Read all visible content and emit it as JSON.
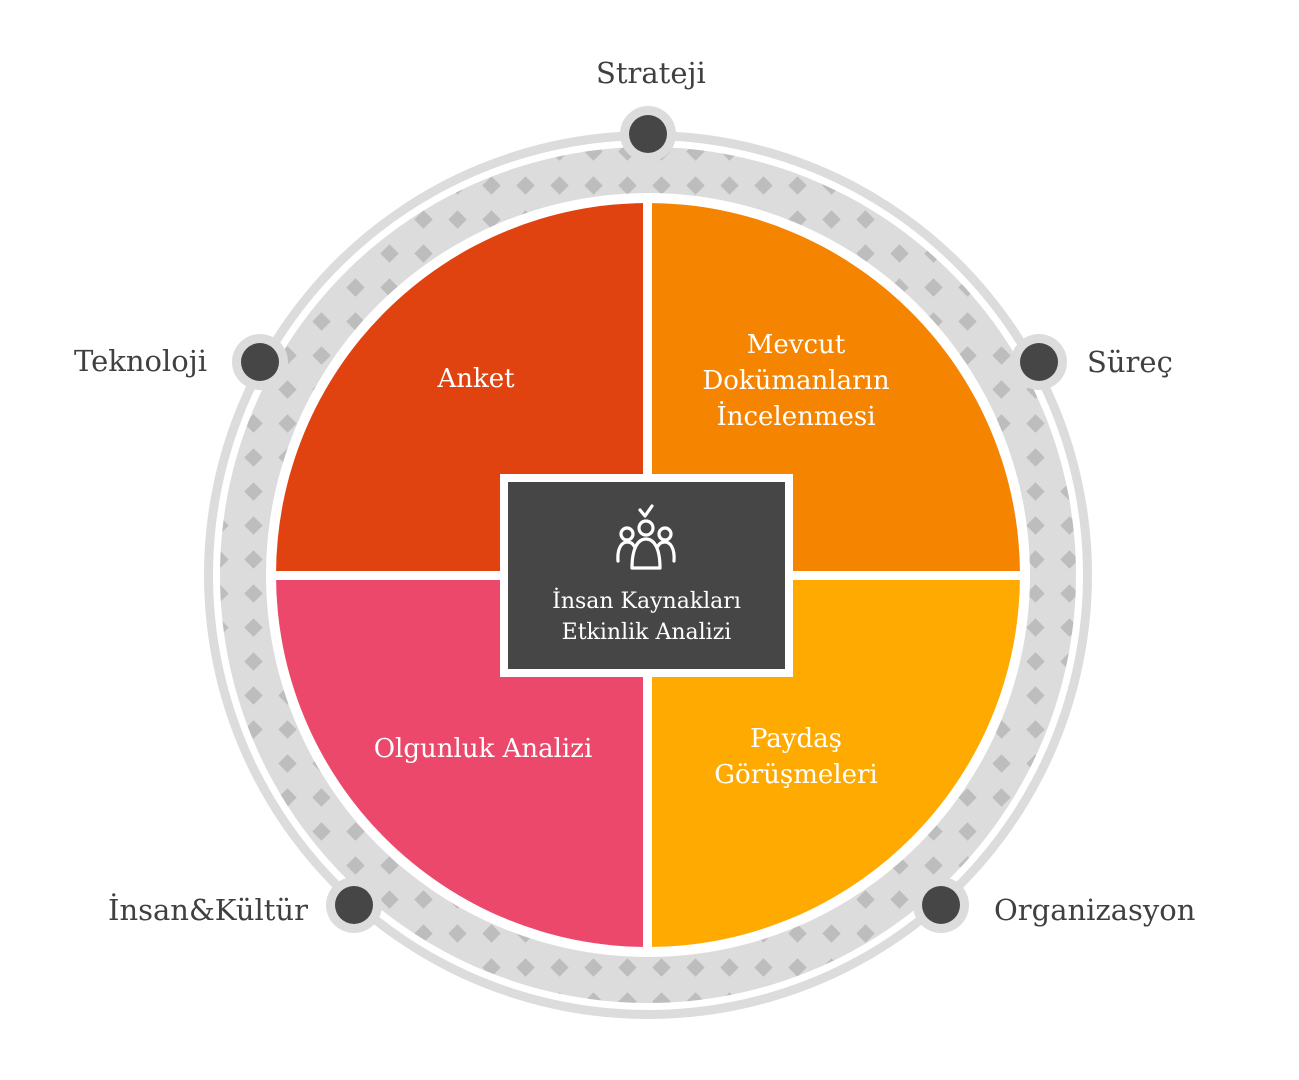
{
  "center": {
    "title": "İnsan Kaynakları\nEtkinlik Analizi",
    "icon": "people-group-check-icon",
    "color": "#464646"
  },
  "quadrants": [
    {
      "id": "top-left",
      "label": "Anket",
      "color": "#E0430F"
    },
    {
      "id": "top-right",
      "label": "Mevcut\nDokümanların\nİncelenmesi",
      "color": "#F58400"
    },
    {
      "id": "bottom-left",
      "label": "Olgunluk Analizi",
      "color": "#EC486B"
    },
    {
      "id": "bottom-right",
      "label": "Paydaş\nGörüşmeleri",
      "color": "#FFAA00"
    }
  ],
  "ring_nodes": [
    {
      "id": "strateji",
      "label": "Strateji"
    },
    {
      "id": "surec",
      "label": "Süreç"
    },
    {
      "id": "organizasyon",
      "label": "Organizasyon"
    },
    {
      "id": "insan-kultur",
      "label": "İnsan&Kültür"
    },
    {
      "id": "teknoloji",
      "label": "Teknoloji"
    }
  ],
  "colors": {
    "ring": "#DCDCDC",
    "ring_pattern": "#BDBDBD",
    "node": "#464646",
    "text": "#404040"
  }
}
